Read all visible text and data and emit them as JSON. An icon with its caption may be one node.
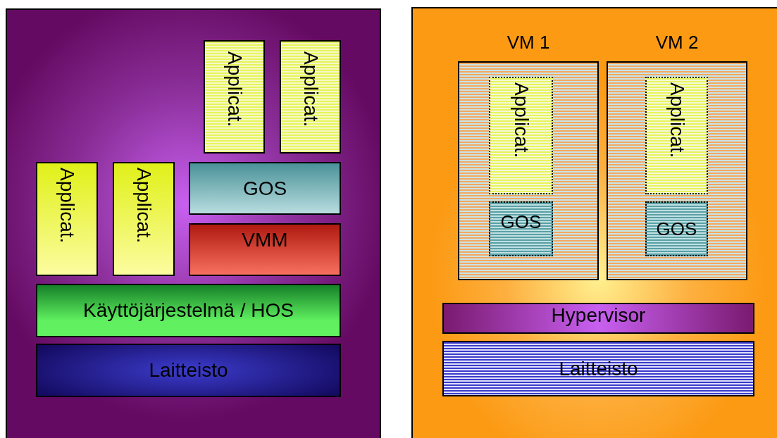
{
  "diagram": {
    "nodes": [
      {
        "text": [],
        "shape": "box"
      },
      {
        "text": [
          "Applicat."
        ],
        "in": 0
      },
      {
        "text": [
          "Applicat."
        ],
        "in": 0
      },
      {
        "text": [
          "Applicat."
        ],
        "in": 0
      },
      {
        "text": [
          "Applicat."
        ],
        "in": 0
      },
      {
        "text": [
          "GOS"
        ],
        "in": 0
      },
      {
        "text": [
          "VMM"
        ],
        "in": 0
      },
      {
        "text": [
          "Käyttöjärjestelmä / HOS"
        ],
        "in": 0
      },
      {
        "text": [
          "Laitteisto"
        ],
        "in": 0
      },
      {
        "text": [],
        "shape": "box"
      },
      {
        "text": [
          "VM 1"
        ],
        "in": 9
      },
      {
        "text": [
          "Applicat."
        ],
        "in": 10
      },
      {
        "text": [
          "GOS"
        ],
        "in": 10
      },
      {
        "text": [
          "VM 2"
        ],
        "in": 9
      },
      {
        "text": [
          "Applicat."
        ],
        "in": 13
      },
      {
        "text": [
          "GOS"
        ],
        "in": 13
      },
      {
        "text": [
          "Hypervisor"
        ],
        "in": 9
      },
      {
        "text": [
          "Laitteisto"
        ],
        "in": 9
      }
    ],
    "edges": []
  }
}
